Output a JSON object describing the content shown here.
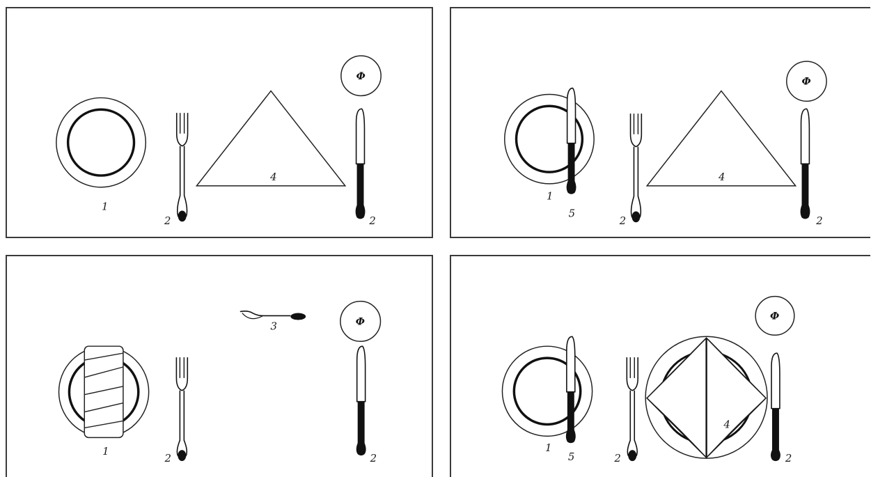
{
  "panels": [
    {
      "id": "p1",
      "labels": {
        "plate": "1",
        "fork": "2",
        "napkin": "4",
        "knife": "2"
      },
      "monogram": "Ф"
    },
    {
      "id": "p2",
      "labels": {
        "plate": "1",
        "butter_knife": "5",
        "fork": "2",
        "napkin": "4",
        "knife": "2"
      },
      "monogram": "Ф"
    },
    {
      "id": "p3",
      "labels": {
        "plate": "1",
        "spoon": "3",
        "fork": "2",
        "knife": "2"
      },
      "monogram": "Ф"
    },
    {
      "id": "p4",
      "labels": {
        "plate": "1",
        "butter_knife": "5",
        "fork": "2",
        "napkin": "4",
        "knife": "2"
      },
      "monogram": "Ф"
    }
  ],
  "icons": [
    "plate-icon",
    "fork-icon",
    "knife-icon",
    "napkin-icon",
    "spoon-icon",
    "monogram-icon",
    "butter-knife-icon"
  ]
}
